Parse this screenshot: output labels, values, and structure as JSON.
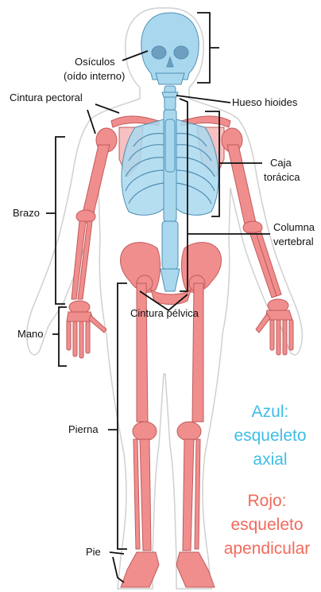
{
  "labels": {
    "osiculos_1": "Osículos",
    "osiculos_2": "(oído interno)",
    "cintura_pectoral": "Cintura pectoral",
    "hueso_hioides": "Hueso hioides",
    "caja_1": "Caja",
    "caja_2": "torácica",
    "brazo": "Brazo",
    "columna_1": "Columna",
    "columna_2": "vertebral",
    "cintura_pelvica": "Cintura pélvica",
    "mano": "Mano",
    "pierna": "Pierna",
    "pie": "Pie"
  },
  "legend": {
    "blue_1": "Azul:",
    "blue_2": "esqueleto",
    "blue_3": "axial",
    "red_1": "Rojo:",
    "red_2": "esqueleto",
    "red_3": "apendicular"
  },
  "colors": {
    "axial": "#a9d8ee",
    "axial_stroke": "#4f8fb4",
    "appendicular": "#f08e8e",
    "appendicular_stroke": "#c25a5a",
    "legend_blue": "#3ebde6",
    "legend_red": "#f26a5b",
    "line": "#111111",
    "outline": "#d0d0d0"
  }
}
